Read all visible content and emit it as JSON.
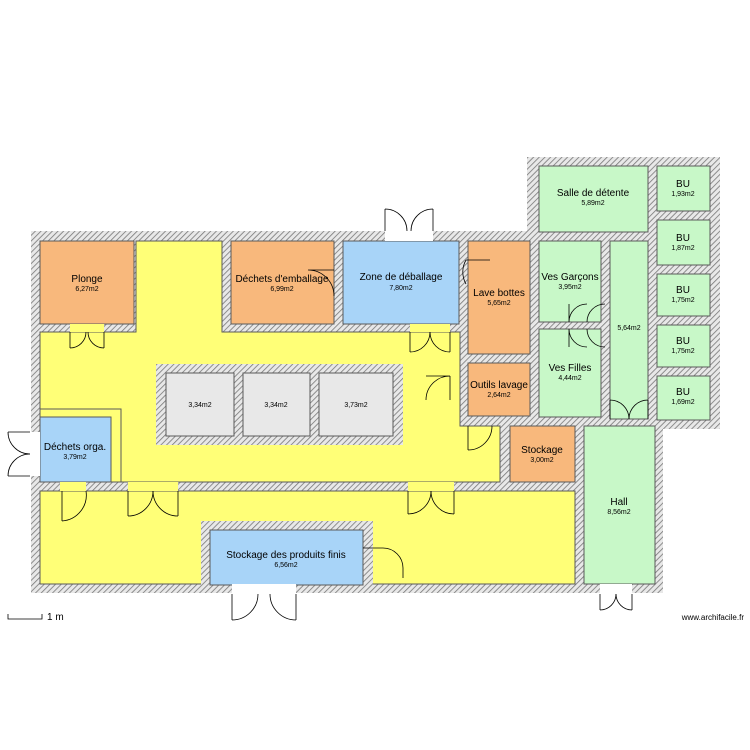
{
  "colors": {
    "wall_bg": "#e8e8e8",
    "wall_hatch": "#777777",
    "yellow": "#ffff77",
    "orange": "#f8b87c",
    "blue": "#a8d4f8",
    "green": "#c8f8c8",
    "gray": "#e8e8e8",
    "room_stroke": "#5a5a5a",
    "door": "#000000"
  },
  "rooms": {
    "plonge": {
      "name": "Plonge",
      "area": "6,27m2"
    },
    "dechets_emballage": {
      "name": "Déchets d'emballage",
      "area": "6,99m2"
    },
    "zone_deballage": {
      "name": "Zone de déballage",
      "area": "7,80m2"
    },
    "lave_bottes": {
      "name": "Lave bottes",
      "area": "5,65m2"
    },
    "ves_garcons": {
      "name": "Ves Garçons",
      "area": "3,95m2"
    },
    "couloir_vestiaires": {
      "name": "",
      "area": "5,64m2"
    },
    "ves_filles": {
      "name": "Ves Filles",
      "area": "4,44m2"
    },
    "outils_lavage": {
      "name": "Outils lavage",
      "area": "2,64m2"
    },
    "salle_detente": {
      "name": "Salle de détente",
      "area": "5,89m2"
    },
    "bu1": {
      "name": "BU",
      "area": "1,93m2"
    },
    "bu2": {
      "name": "BU",
      "area": "1,87m2"
    },
    "bu3": {
      "name": "BU",
      "area": "1,75m2"
    },
    "bu4": {
      "name": "BU",
      "area": "1,75m2"
    },
    "bu5": {
      "name": "BU",
      "area": "1,69m2"
    },
    "chambre1": {
      "name": "",
      "area": "3,34m2"
    },
    "chambre2": {
      "name": "",
      "area": "3,34m2"
    },
    "chambre3": {
      "name": "",
      "area": "3,73m2"
    },
    "dechets_orga": {
      "name": "Déchets orga.",
      "area": "3,79m2"
    },
    "stockage": {
      "name": "Stockage",
      "area": "3,00m2"
    },
    "hall": {
      "name": "Hall",
      "area": "8,56m2"
    },
    "stockage_produits": {
      "name": "Stockage des produits finis",
      "area": "6,56m2"
    }
  },
  "scale": {
    "label": "1 m"
  },
  "footer": {
    "brand": "www.archifacile.fr"
  }
}
